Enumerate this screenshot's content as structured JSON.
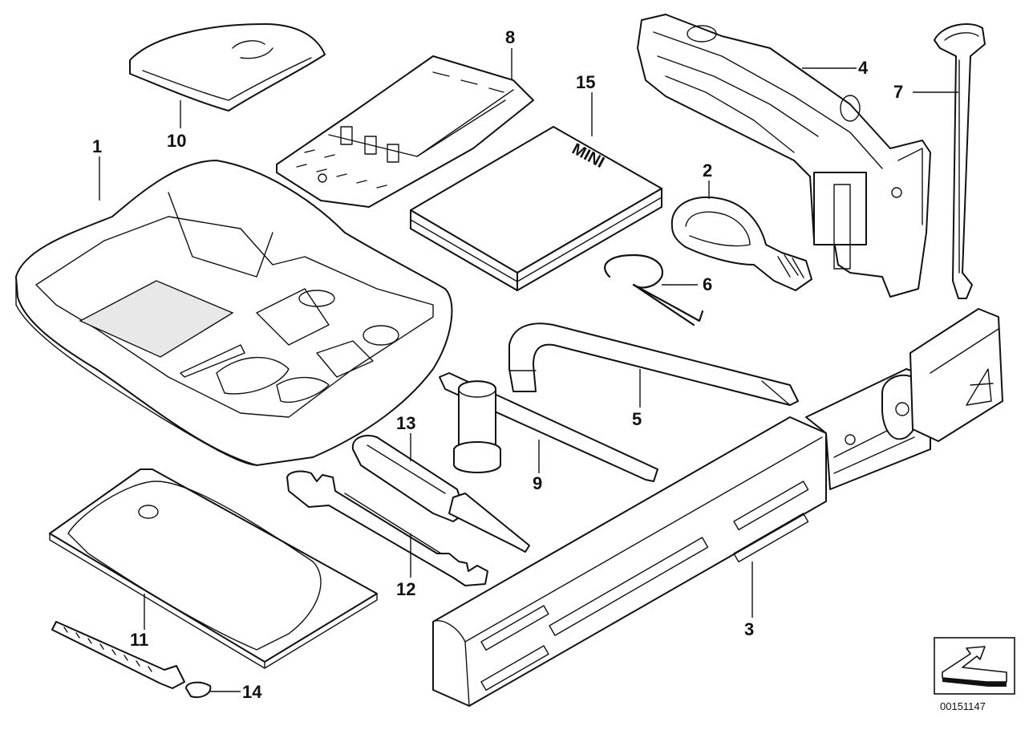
{
  "diagram": {
    "document_id": "00151147",
    "brand_text": "MINI",
    "callouts": [
      {
        "id": "c1",
        "number": "1"
      },
      {
        "id": "c2",
        "number": "2"
      },
      {
        "id": "c3",
        "number": "3"
      },
      {
        "id": "c4",
        "number": "4"
      },
      {
        "id": "c5",
        "number": "5"
      },
      {
        "id": "c6",
        "number": "6"
      },
      {
        "id": "c7",
        "number": "7"
      },
      {
        "id": "c8",
        "number": "8"
      },
      {
        "id": "c9",
        "number": "9"
      },
      {
        "id": "c10",
        "number": "10"
      },
      {
        "id": "c11",
        "number": "11"
      },
      {
        "id": "c12",
        "number": "12"
      },
      {
        "id": "c13",
        "number": "13"
      },
      {
        "id": "c14",
        "number": "14"
      },
      {
        "id": "c15",
        "number": "15"
      }
    ],
    "icons": {
      "orientation": "orientation-arrow-icon"
    }
  }
}
